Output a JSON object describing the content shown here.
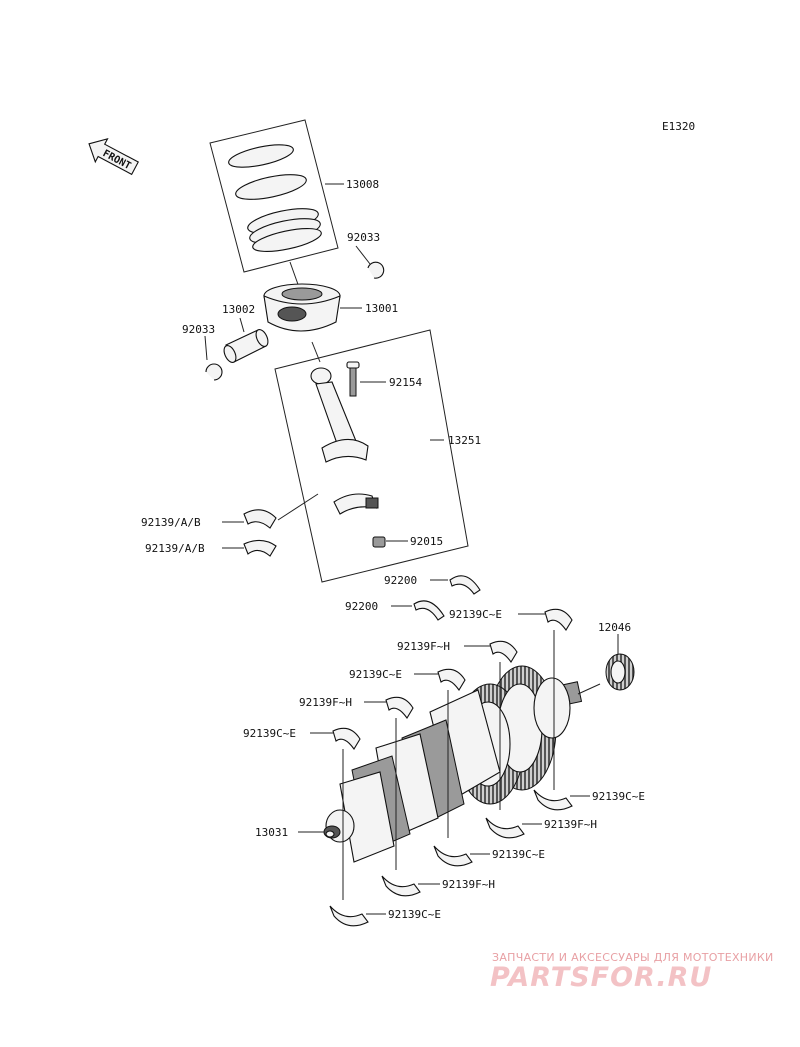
{
  "diagram_code": "E1320",
  "front_arrow_label": "FRONT",
  "callouts": {
    "piston_ring_set": "13008",
    "circlip_upper": "92033",
    "piston": "13001",
    "piston_pin": "13002",
    "circlip_lower": "92033",
    "con_rod_bolt": "92154",
    "con_rod_assy": "13251",
    "con_rod_bearing_upper": "92139/A/B",
    "con_rod_bearing_lower": "92139/A/B",
    "con_rod_nut": "92015",
    "thrust_washer_upper": "92200",
    "thrust_washer_lower": "92200",
    "main_bearing_l1": "92139C~E",
    "main_bearing_l2": "92139F~H",
    "main_bearing_l3": "92139C~E",
    "main_bearing_l4": "92139F~H",
    "main_bearing_l5": "92139C~E",
    "needle_bearing": "12046",
    "crankshaft": "13031",
    "main_bearing_r1": "92139C~E",
    "main_bearing_r2": "92139F~H",
    "main_bearing_r3": "92139C~E",
    "main_bearing_r4": "92139F~H",
    "main_bearing_r5": "92139C~E"
  },
  "watermark": {
    "tagline": "ЗАПЧАСТИ И АКСЕССУАРЫ ДЛЯ МОТОТЕХНИКИ",
    "logo": "PARTSFOR.RU"
  }
}
